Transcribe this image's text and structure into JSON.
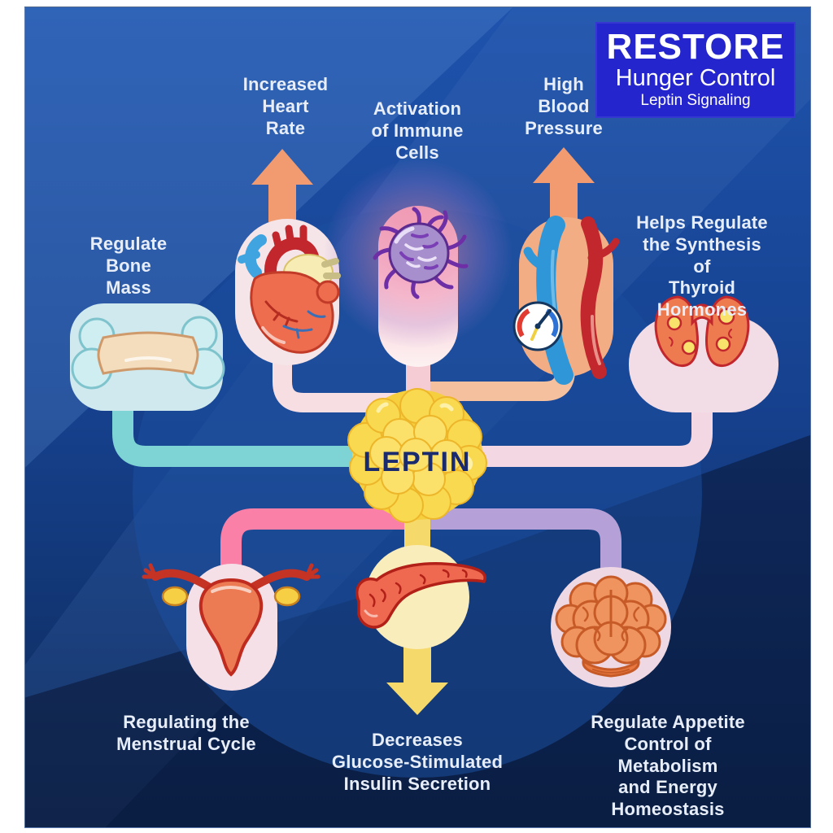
{
  "brand": {
    "title": "RESTORE",
    "subtitle": "Hunger Control",
    "tagline": "Leptin Signaling",
    "bg_color": "#2525cd"
  },
  "center": {
    "label": "LEPTIN"
  },
  "labels": {
    "heart": "Increased\nHeart\nRate",
    "immune": "Activation\nof Immune\nCells",
    "pressure": "High\nBlood\nPressure",
    "bone": "Regulate\nBone\nMass",
    "thyroid": "Helps Regulate\nthe Synthesis of\nThyroid Hormones",
    "menstrual": "Regulating the\nMenstrual Cycle",
    "insulin": "Decreases\nGlucose-Stimulated\nInsulin Secretion",
    "appetite": "Regulate Appetite\nControl of Metabolism\nand Energy Homeostasis"
  },
  "palette": {
    "bone_connector": "#7ed3d4",
    "heart_connector": "#f7dee2",
    "immune_connector": "#f6ccd4",
    "pressure_connector": "#f5c09e",
    "thyroid_connector": "#f3d8e3",
    "menstrual_connector": "#fa80a8",
    "appetite_connector": "#b5a1d8",
    "insulin_connector": "#f5d96b",
    "up_arrow": "#f29b70",
    "down_arrow": "#f5d96b",
    "leptin_text": "#1a2a6e",
    "label_text": "#e7eefa"
  }
}
